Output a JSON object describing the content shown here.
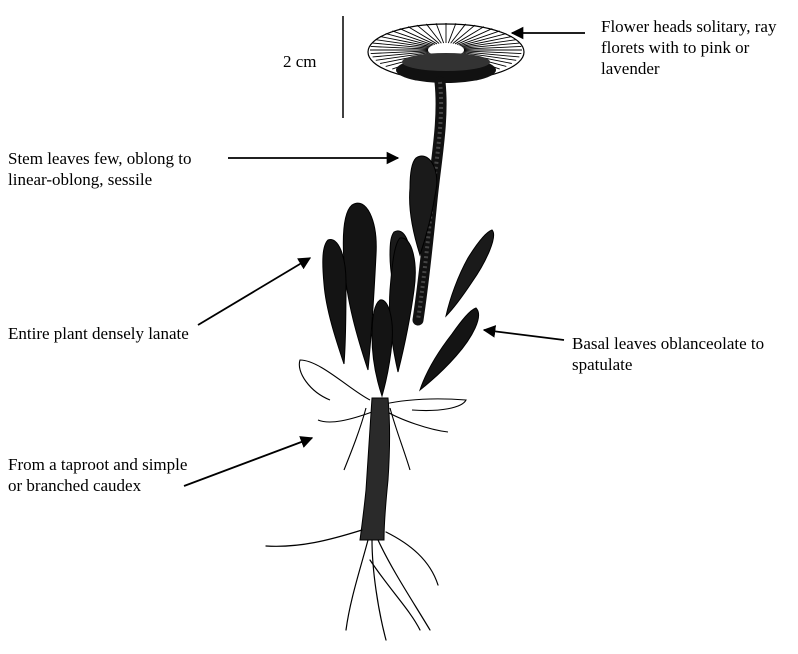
{
  "scale_bar": {
    "label": "2 cm"
  },
  "annotations": {
    "flower_heads": "Flower heads solitary, ray florets with to pink or lavender",
    "stem_leaves": "Stem leaves few, oblong to linear-oblong, sessile",
    "entire_plant": "Entire plant densely lanate",
    "basal_leaves": "Basal leaves oblanceolate to spatulate",
    "root": "From a taproot and simple or branched caudex"
  },
  "colors": {
    "ink": "#000000",
    "background": "#ffffff"
  }
}
